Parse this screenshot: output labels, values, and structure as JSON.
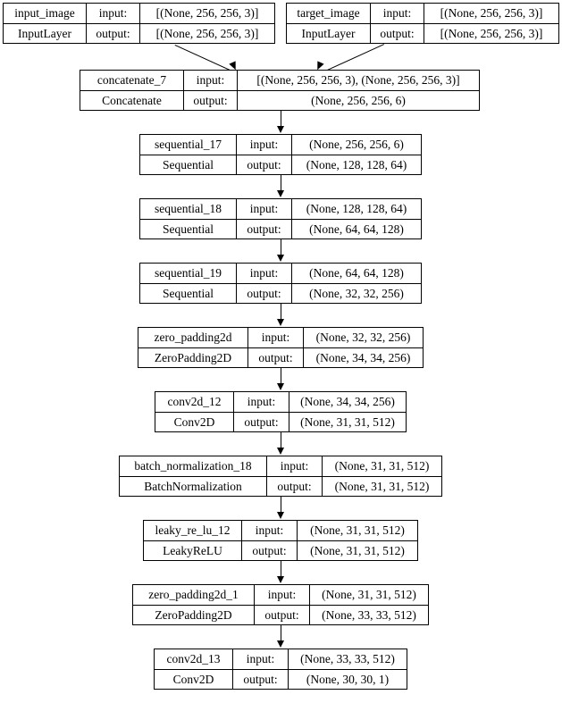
{
  "diagram": {
    "title": "Keras model architecture graph",
    "type": "layer-graph",
    "column_headers": {
      "input": "input:",
      "output": "output:"
    },
    "nodes": [
      {
        "id": "input_image",
        "name": "input_image",
        "class_name": "InputLayer",
        "input_label": "input:",
        "output_label": "output:",
        "input_shape": "[(None, 256, 256, 3)]",
        "output_shape": "[(None, 256, 256, 3)]"
      },
      {
        "id": "target_image",
        "name": "target_image",
        "class_name": "InputLayer",
        "input_label": "input:",
        "output_label": "output:",
        "input_shape": "[(None, 256, 256, 3)]",
        "output_shape": "[(None, 256, 256, 3)]"
      },
      {
        "id": "concatenate_7",
        "name": "concatenate_7",
        "class_name": "Concatenate",
        "input_label": "input:",
        "output_label": "output:",
        "input_shape": "[(None, 256, 256, 3), (None, 256, 256, 3)]",
        "output_shape": "(None, 256, 256, 6)"
      },
      {
        "id": "sequential_17",
        "name": "sequential_17",
        "class_name": "Sequential",
        "input_label": "input:",
        "output_label": "output:",
        "input_shape": "(None, 256, 256, 6)",
        "output_shape": "(None, 128, 128, 64)"
      },
      {
        "id": "sequential_18",
        "name": "sequential_18",
        "class_name": "Sequential",
        "input_label": "input:",
        "output_label": "output:",
        "input_shape": "(None, 128, 128, 64)",
        "output_shape": "(None, 64, 64, 128)"
      },
      {
        "id": "sequential_19",
        "name": "sequential_19",
        "class_name": "Sequential",
        "input_label": "input:",
        "output_label": "output:",
        "input_shape": "(None, 64, 64, 128)",
        "output_shape": "(None, 32, 32, 256)"
      },
      {
        "id": "zero_padding2d",
        "name": "zero_padding2d",
        "class_name": "ZeroPadding2D",
        "input_label": "input:",
        "output_label": "output:",
        "input_shape": "(None, 32, 32, 256)",
        "output_shape": "(None, 34, 34, 256)"
      },
      {
        "id": "conv2d_12",
        "name": "conv2d_12",
        "class_name": "Conv2D",
        "input_label": "input:",
        "output_label": "output:",
        "input_shape": "(None, 34, 34, 256)",
        "output_shape": "(None, 31, 31, 512)"
      },
      {
        "id": "batch_normalization_18",
        "name": "batch_normalization_18",
        "class_name": "BatchNormalization",
        "input_label": "input:",
        "output_label": "output:",
        "input_shape": "(None, 31, 31, 512)",
        "output_shape": "(None, 31, 31, 512)"
      },
      {
        "id": "leaky_re_lu_12",
        "name": "leaky_re_lu_12",
        "class_name": "LeakyReLU",
        "input_label": "input:",
        "output_label": "output:",
        "input_shape": "(None, 31, 31, 512)",
        "output_shape": "(None, 31, 31, 512)"
      },
      {
        "id": "zero_padding2d_1",
        "name": "zero_padding2d_1",
        "class_name": "ZeroPadding2D",
        "input_label": "input:",
        "output_label": "output:",
        "input_shape": "(None, 31, 31, 512)",
        "output_shape": "(None, 33, 33, 512)"
      },
      {
        "id": "conv2d_13",
        "name": "conv2d_13",
        "class_name": "Conv2D",
        "input_label": "input:",
        "output_label": "output:",
        "input_shape": "(None, 33, 33, 512)",
        "output_shape": "(None, 30, 30, 1)"
      }
    ],
    "edges": [
      {
        "from": "input_image",
        "to": "concatenate_7"
      },
      {
        "from": "target_image",
        "to": "concatenate_7"
      },
      {
        "from": "concatenate_7",
        "to": "sequential_17"
      },
      {
        "from": "sequential_17",
        "to": "sequential_18"
      },
      {
        "from": "sequential_18",
        "to": "sequential_19"
      },
      {
        "from": "sequential_19",
        "to": "zero_padding2d"
      },
      {
        "from": "zero_padding2d",
        "to": "conv2d_12"
      },
      {
        "from": "conv2d_12",
        "to": "batch_normalization_18"
      },
      {
        "from": "batch_normalization_18",
        "to": "leaky_re_lu_12"
      },
      {
        "from": "leaky_re_lu_12",
        "to": "zero_padding2d_1"
      },
      {
        "from": "zero_padding2d_1",
        "to": "conv2d_13"
      }
    ],
    "colors": {
      "line": "#000000",
      "box_fill": "#ffffff",
      "text": "#000000"
    }
  }
}
